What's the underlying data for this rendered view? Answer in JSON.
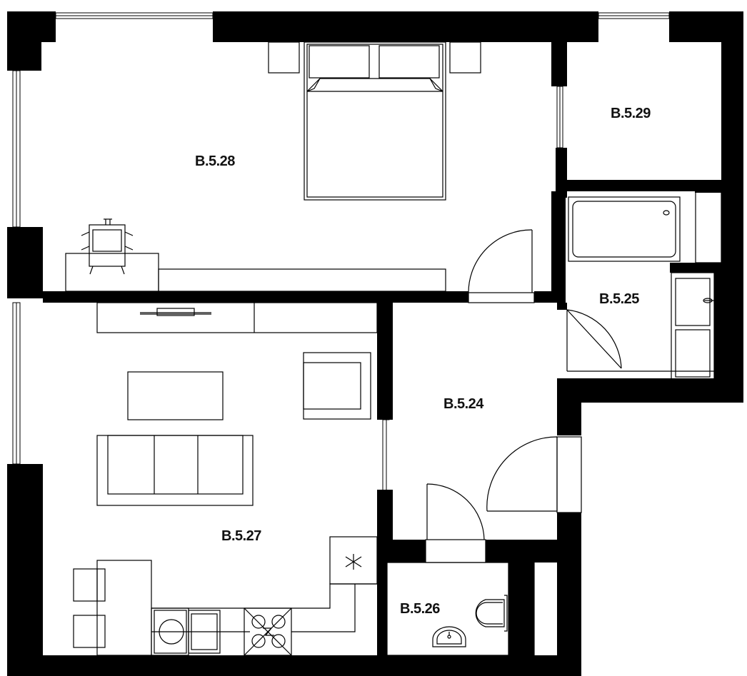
{
  "rooms": [
    {
      "id": "bedroom",
      "label": "B.5.28"
    },
    {
      "id": "storage",
      "label": "B.5.29"
    },
    {
      "id": "bathroom",
      "label": "B.5.25"
    },
    {
      "id": "hall",
      "label": "B.5.24"
    },
    {
      "id": "living",
      "label": "B.5.27"
    },
    {
      "id": "wc",
      "label": "B.5.26"
    }
  ],
  "colors": {
    "wall": "#000000",
    "line": "#000000",
    "background": "#ffffff"
  }
}
